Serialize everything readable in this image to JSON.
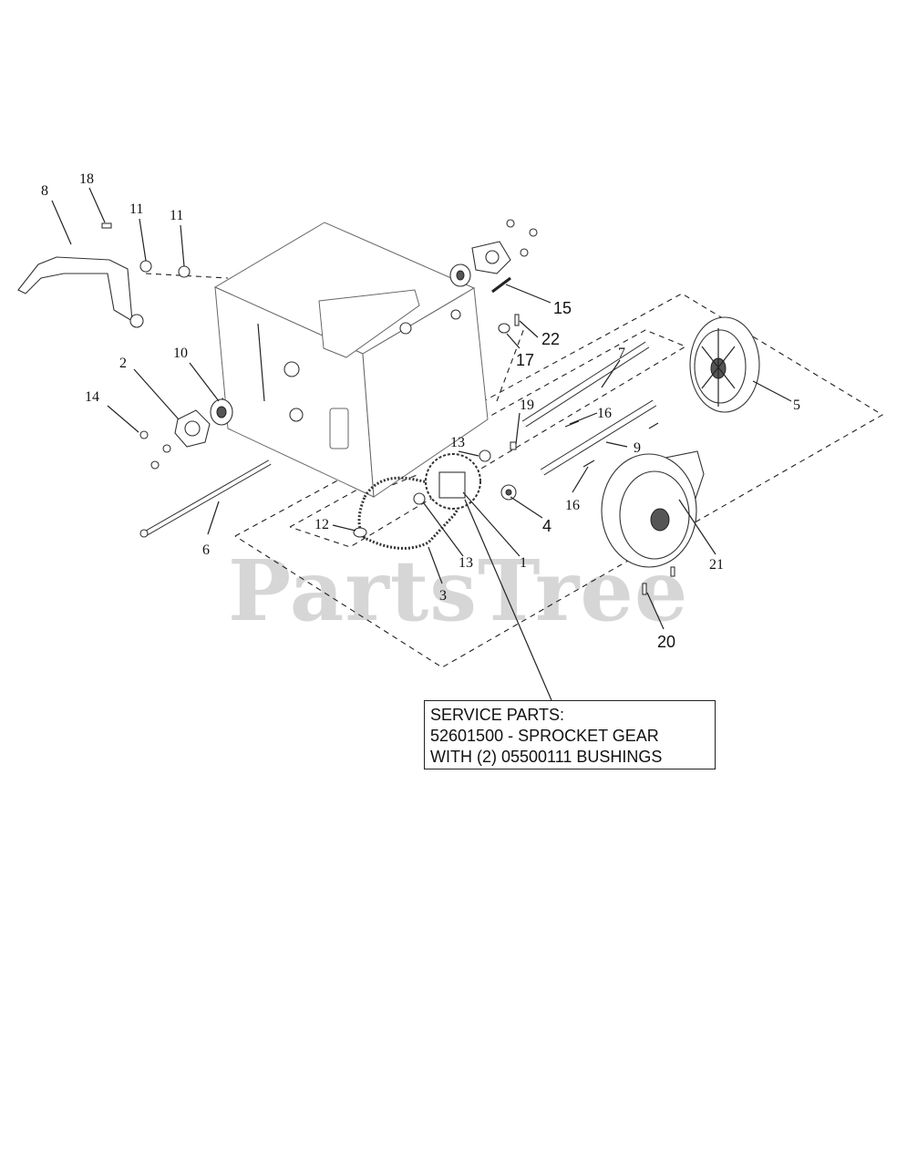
{
  "watermark": {
    "text": "PartsTree",
    "trademark": "™"
  },
  "service_box": {
    "line1": "SERVICE PARTS:",
    "line2": "52601500 - SPROCKET GEAR",
    "line3": "WITH (2) 05500111 BUSHINGS"
  },
  "callouts": {
    "c1": "1",
    "c2": "2",
    "c3": "3",
    "c4": "4",
    "c5": "5",
    "c6": "6",
    "c7": "7",
    "c8": "8",
    "c9": "9",
    "c10": "10",
    "c11a": "11",
    "c11b": "11",
    "c12": "12",
    "c13a": "13",
    "c13b": "13",
    "c14": "14",
    "c15": "15",
    "c16a": "16",
    "c16b": "16",
    "c17": "17",
    "c18": "18",
    "c19": "19",
    "c20": "20",
    "c21": "21",
    "c22": "22"
  }
}
